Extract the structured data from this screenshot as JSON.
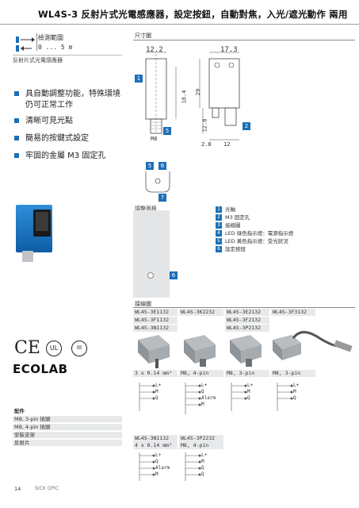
{
  "header": {
    "title": "WL4S-3  反射片式光電感應器，設定按鈕，自動對焦，入光/遮光動作  兩用"
  },
  "sensor": {
    "range_label": "檢測範圍",
    "range_value": "0 ... 5 m",
    "type_caption": "反射片式光電感應器"
  },
  "features": [
    "具自動調整功能，特殊環境仍可正常工作",
    "清晰可見光點",
    "簡易的按鍵式設定",
    "牢固的金屬 M3 固定孔"
  ],
  "dimensions": {
    "section_title": "尺寸圖",
    "top_left": "12.2",
    "top_right": "17.3",
    "height_1": "18.4",
    "height_2": "29",
    "height_3": "12.8",
    "thread": "M8",
    "bottom_1": "2.8",
    "bottom_2": "12",
    "callouts": [
      "1",
      "2",
      "5",
      "7"
    ]
  },
  "adjust": {
    "section_title": "調整面板",
    "callouts": [
      "5",
      "6",
      "7",
      "6"
    ]
  },
  "legend": [
    {
      "num": "1",
      "text": "光軸"
    },
    {
      "num": "2",
      "text": "M3 固定孔"
    },
    {
      "num": "3",
      "text": "接線圖"
    },
    {
      "num": "4",
      "text": "LED 綠色指示燈：電源指示燈"
    },
    {
      "num": "5",
      "text": "LED 黃色指示燈：受光狀況"
    },
    {
      "num": "6",
      "text": "設定按鈕"
    }
  ],
  "models": {
    "section_title": "接線圖",
    "columns": [
      [
        "WL4S-3E1132",
        "WL4S-3F1132",
        "WL4S-3N1132"
      ],
      [
        "WL4S-3K2232"
      ],
      [
        "WL4S-3E2132",
        "WL4S-3F2132",
        "WL4S-3P2132"
      ],
      [
        "WL4S-3F3132"
      ]
    ],
    "connections": [
      "3 x 0.14 mm²",
      "M8, 4-pin",
      "M8, 3-pin",
      "M8, 3-pin"
    ],
    "wiring": [
      [
        "L+",
        "M",
        "Q"
      ],
      [
        "L+",
        "Q",
        "Alarm",
        "M"
      ],
      [
        "L+",
        "M",
        "Q"
      ],
      [
        "L+",
        "M",
        "Q"
      ]
    ],
    "second_row": {
      "models": [
        "WL4S-3N1132",
        "WL4S-3P2232"
      ],
      "connections": [
        "4 x 0.14 mm²",
        "M8, 4-pin"
      ],
      "wiring": [
        [
          "L+",
          "Q",
          "Alarm",
          "M"
        ],
        [
          "L+",
          "M",
          "Q",
          "Q"
        ]
      ]
    }
  },
  "accessories": {
    "title": "配件",
    "items": [
      "M8, 3-pin 插頭",
      "M8, 4-pin 插頭",
      "安裝支架",
      "反射片"
    ]
  },
  "footer": {
    "page": "14",
    "brand": "SICK OPIC"
  },
  "colors": {
    "accent": "#1c6fb7",
    "panel": "#e3e5e7"
  }
}
